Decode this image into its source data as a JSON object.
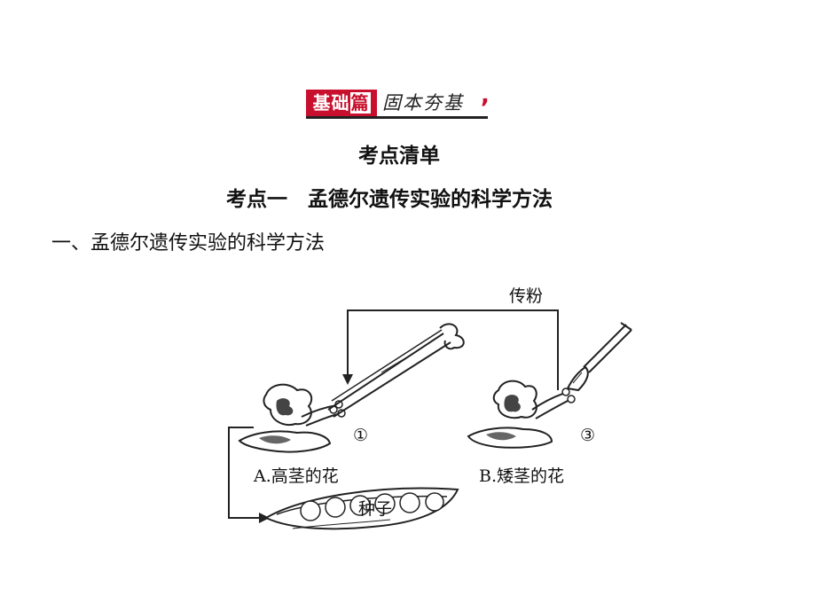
{
  "banner": {
    "tag_part1": "基础",
    "tag_part2": "篇",
    "motto": "固本夯基"
  },
  "heading": {
    "section": "考点清单",
    "point": "考点一　孟德尔遗传实验的科学方法"
  },
  "body": {
    "line1": "一、孟德尔遗传实验的科学方法"
  },
  "figure": {
    "pollination_label": "传粉",
    "marker_1": "①",
    "marker_3": "③",
    "flower_a_label": "A.高茎的花",
    "flower_b_label": "B.矮茎的花",
    "seed_label": "种子"
  }
}
